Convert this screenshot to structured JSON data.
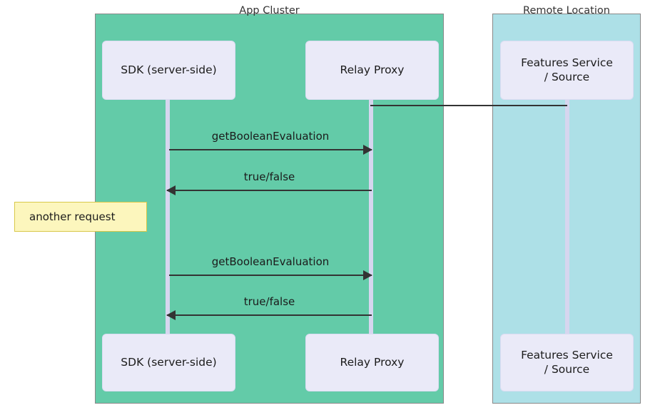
{
  "diagram": {
    "type": "sequence-diagram",
    "groups": [
      {
        "id": "app-cluster",
        "title": "App Cluster",
        "color": "#63cba8"
      },
      {
        "id": "remote-location",
        "title": "Remote Location",
        "color": "#ade0e7"
      }
    ],
    "participants": [
      {
        "id": "sdk",
        "label": "SDK (server-side)"
      },
      {
        "id": "relay",
        "label": "Relay Proxy"
      },
      {
        "id": "features",
        "label": "Features Service\n/ Source",
        "line1": "Features Service",
        "line2": "/ Source"
      }
    ],
    "messages": [
      {
        "id": "m1",
        "label": "getBooleanEvaluation",
        "from": "sdk",
        "to": "relay",
        "direction": "right"
      },
      {
        "id": "m2",
        "label": "true/false",
        "from": "relay",
        "to": "sdk",
        "direction": "left"
      },
      {
        "id": "m3",
        "label": "getBooleanEvaluation",
        "from": "sdk",
        "to": "relay",
        "direction": "right"
      },
      {
        "id": "m4",
        "label": "true/false",
        "from": "relay",
        "to": "sdk",
        "direction": "left"
      }
    ],
    "notes": [
      {
        "id": "n1",
        "label": "another request",
        "color": "#fcf6bd",
        "border": "#d8c84a"
      }
    ],
    "connectors": [
      {
        "id": "c1",
        "from": "relay",
        "to": "features"
      }
    ],
    "colors": {
      "participant_fill": "#eaeaf8",
      "lifeline": "#d6d6ef",
      "arrow": "#333333",
      "group_border": "#888888",
      "text": "#1b1b1b"
    }
  }
}
